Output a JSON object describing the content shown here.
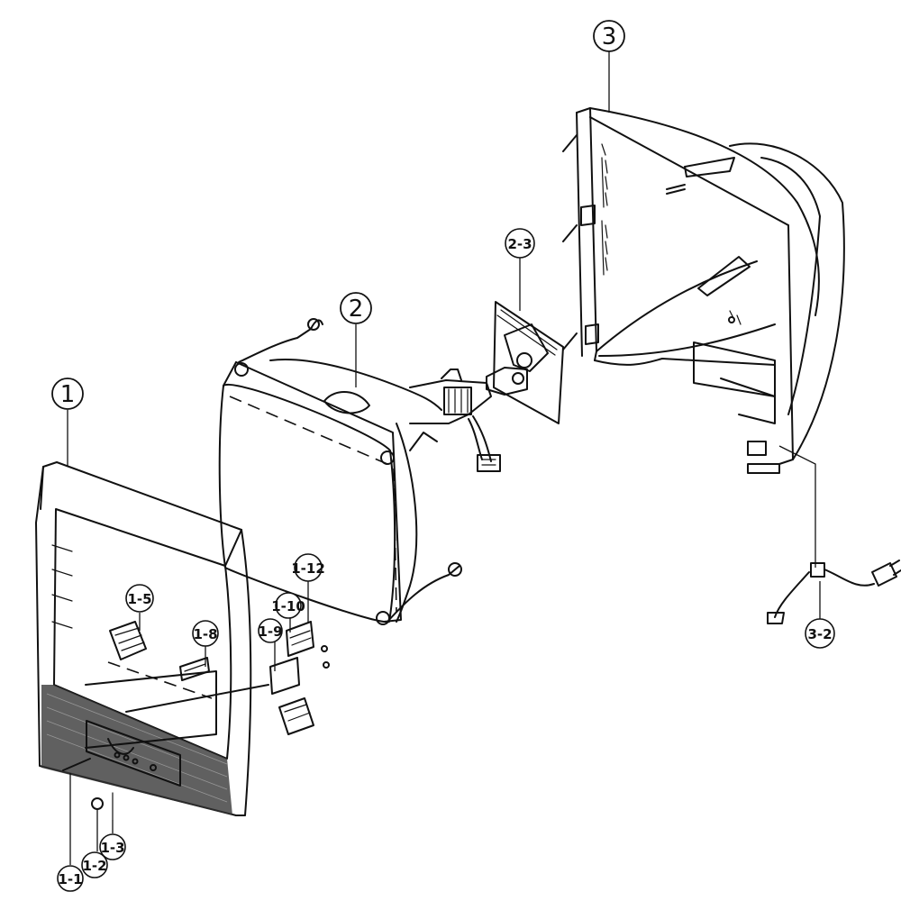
{
  "callouts": {
    "c1": "1",
    "c2": "2",
    "c3": "3",
    "c1_1": "1-1",
    "c1_2": "1-2",
    "c1_3": "1-3",
    "c1_5": "1-5",
    "c1_8": "1-8",
    "c1_9": "1-9",
    "c1_10": "1-10",
    "c1_12": "1-12",
    "c2_3": "2-3",
    "c3_2": "3-2"
  }
}
